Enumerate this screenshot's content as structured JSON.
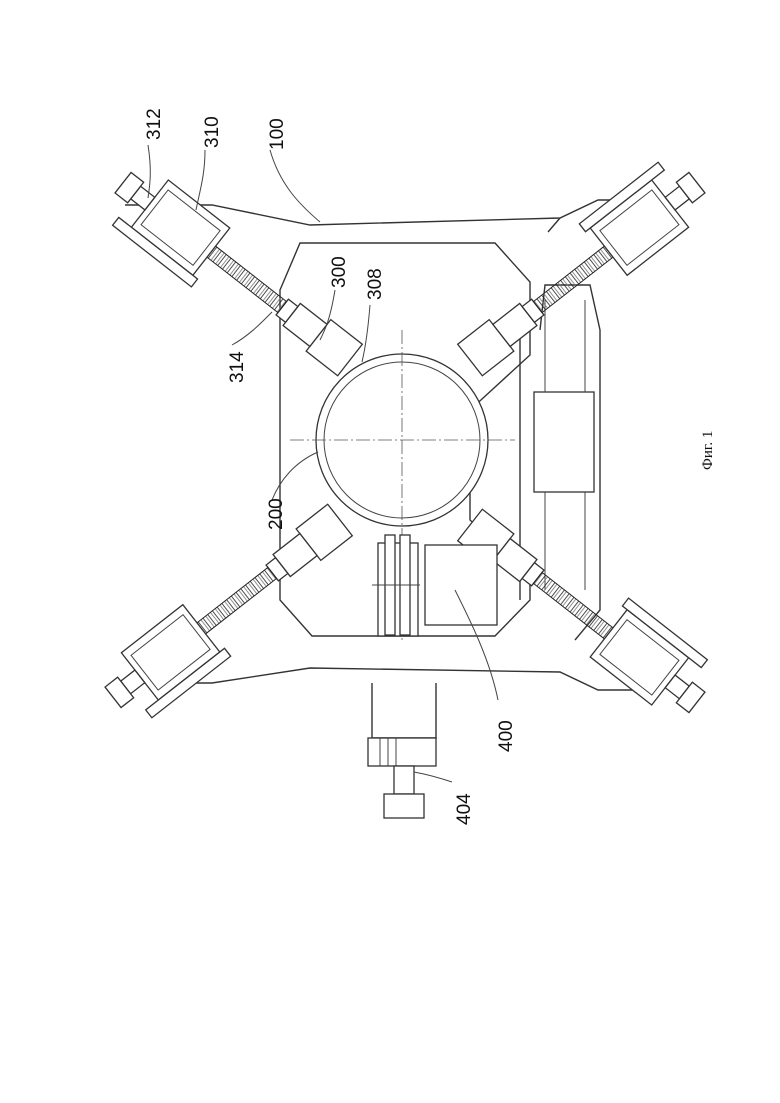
{
  "figure": {
    "caption": "Фиг. 1",
    "labels": {
      "l312": "312",
      "l310": "310",
      "l100": "100",
      "l300": "300",
      "l308": "308",
      "l314": "314",
      "l200": "200",
      "l400": "400",
      "l404": "404"
    }
  }
}
